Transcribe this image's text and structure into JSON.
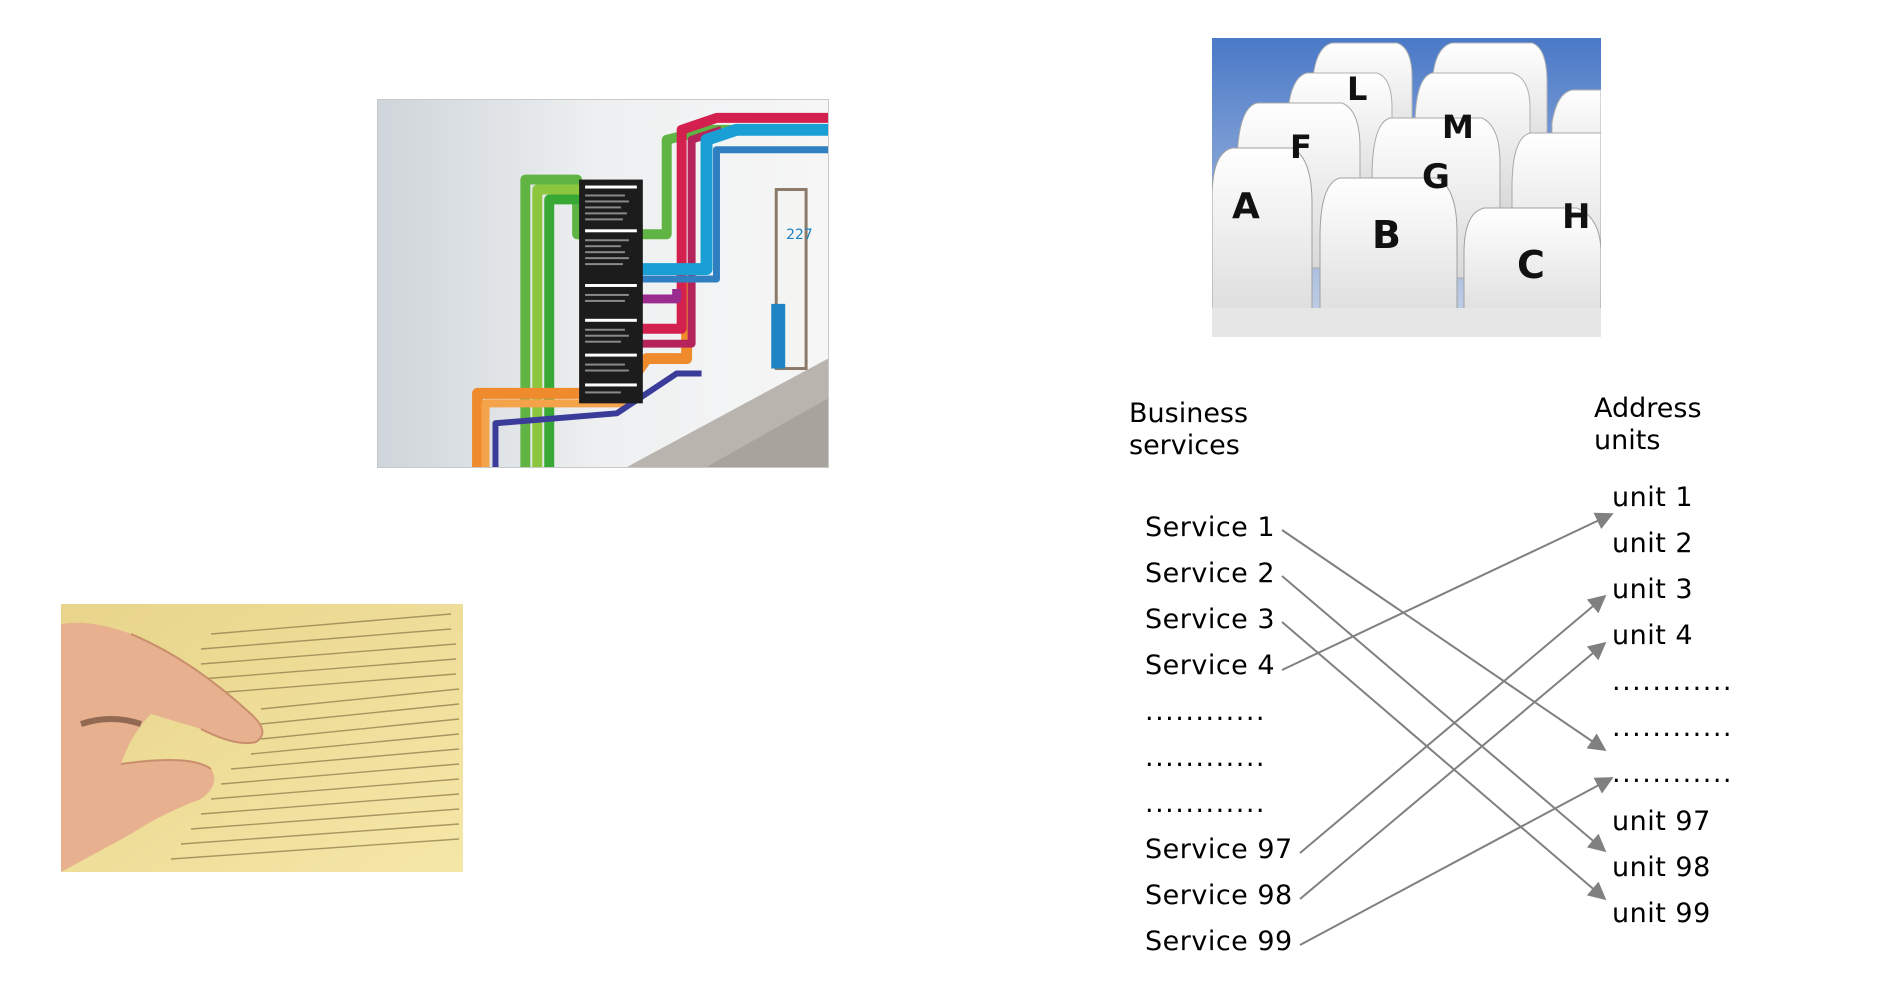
{
  "headings": {
    "business_line1": "Business",
    "business_line2": "services",
    "address_line1": "Address",
    "address_line2": "units"
  },
  "services": [
    "Service 1",
    "Service 2",
    "Service 3",
    "Service 4",
    "............",
    "............",
    "............",
    "Service 97",
    "Service 98",
    "Service 99"
  ],
  "units": [
    "unit 1",
    "unit 2",
    "unit 3",
    "unit 4",
    "............",
    "............",
    "............",
    "unit 97",
    "unit 98",
    "unit 99"
  ],
  "mappings": [
    {
      "from": "Service 1",
      "to": "unit index 5 (second dots row)"
    },
    {
      "from": "Service 2",
      "to": "unit 98"
    },
    {
      "from": "Service 3",
      "to": "unit 99"
    },
    {
      "from": "Service 4",
      "to": "unit 1"
    },
    {
      "from": "Service 97",
      "to": "unit 3"
    },
    {
      "from": "Service 98",
      "to": "unit 4"
    },
    {
      "from": "Service 99",
      "to": "unit index 6 (third dots row)"
    }
  ],
  "card_index_tabs": [
    "A",
    "B",
    "C",
    "F",
    "G",
    "H",
    "L",
    "M"
  ],
  "colors": {
    "arrow": "#808080",
    "text": "#000000"
  }
}
